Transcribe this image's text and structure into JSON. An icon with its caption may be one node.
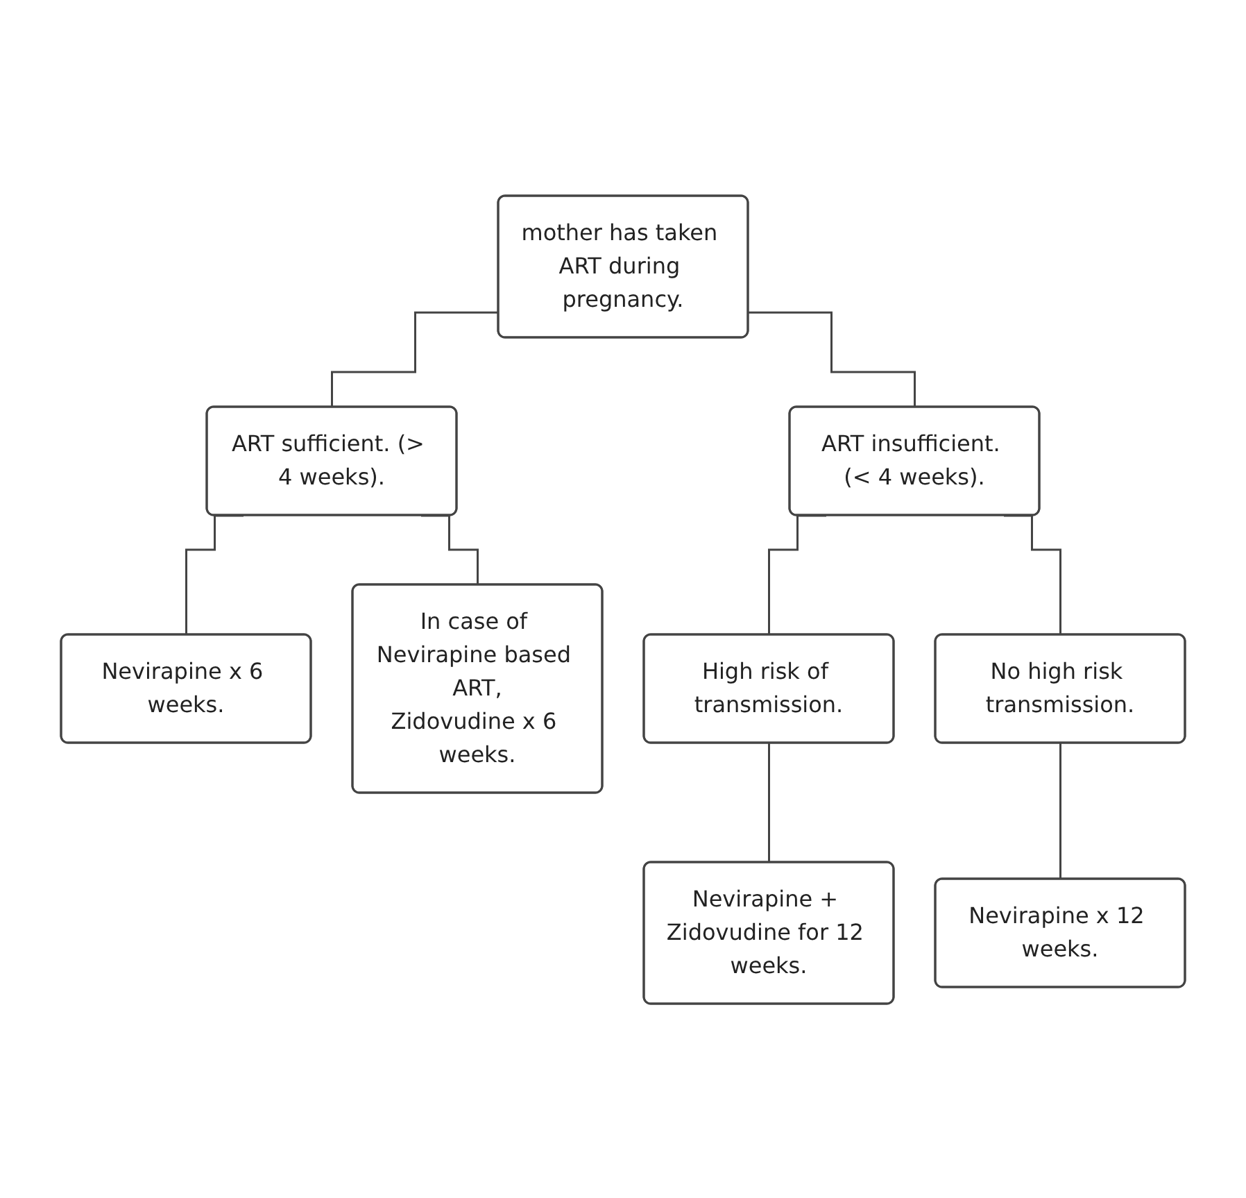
{
  "diagram": {
    "nodes": [
      {
        "text": [
          "mother has taken ART during pregnancy."
        ]
      },
      {
        "text": [
          "ART sufficient. (> 4 weeks)."
        ]
      },
      {
        "text": [
          "ART insufficient. (< 4 weeks)."
        ]
      },
      {
        "text": [
          "Nevirapine x 6 weeks."
        ]
      },
      {
        "text": [
          "In case of Nevirapine based ART,",
          "Zidovudine x 6 weeks."
        ]
      },
      {
        "text": [
          "High risk of transmission."
        ]
      },
      {
        "text": [
          "No high risk transmission."
        ]
      },
      {
        "text": [
          "Nevirapine + Zidovudine for 12 weeks."
        ]
      },
      {
        "text": [
          "Nevirapine x 12 weeks."
        ]
      }
    ],
    "edges": [
      {
        "from": 0,
        "to": 1,
        "arrow": "none"
      },
      {
        "from": 0,
        "to": 2,
        "arrow": "none"
      },
      {
        "from": 1,
        "to": 3,
        "arrow": "none"
      },
      {
        "from": 1,
        "to": 4,
        "arrow": "none"
      },
      {
        "from": 2,
        "to": 5,
        "arrow": "none"
      },
      {
        "from": 2,
        "to": 6,
        "arrow": "none"
      },
      {
        "from": 5,
        "to": 7,
        "arrow": "none"
      },
      {
        "from": 6,
        "to": 8,
        "arrow": "none"
      }
    ]
  }
}
